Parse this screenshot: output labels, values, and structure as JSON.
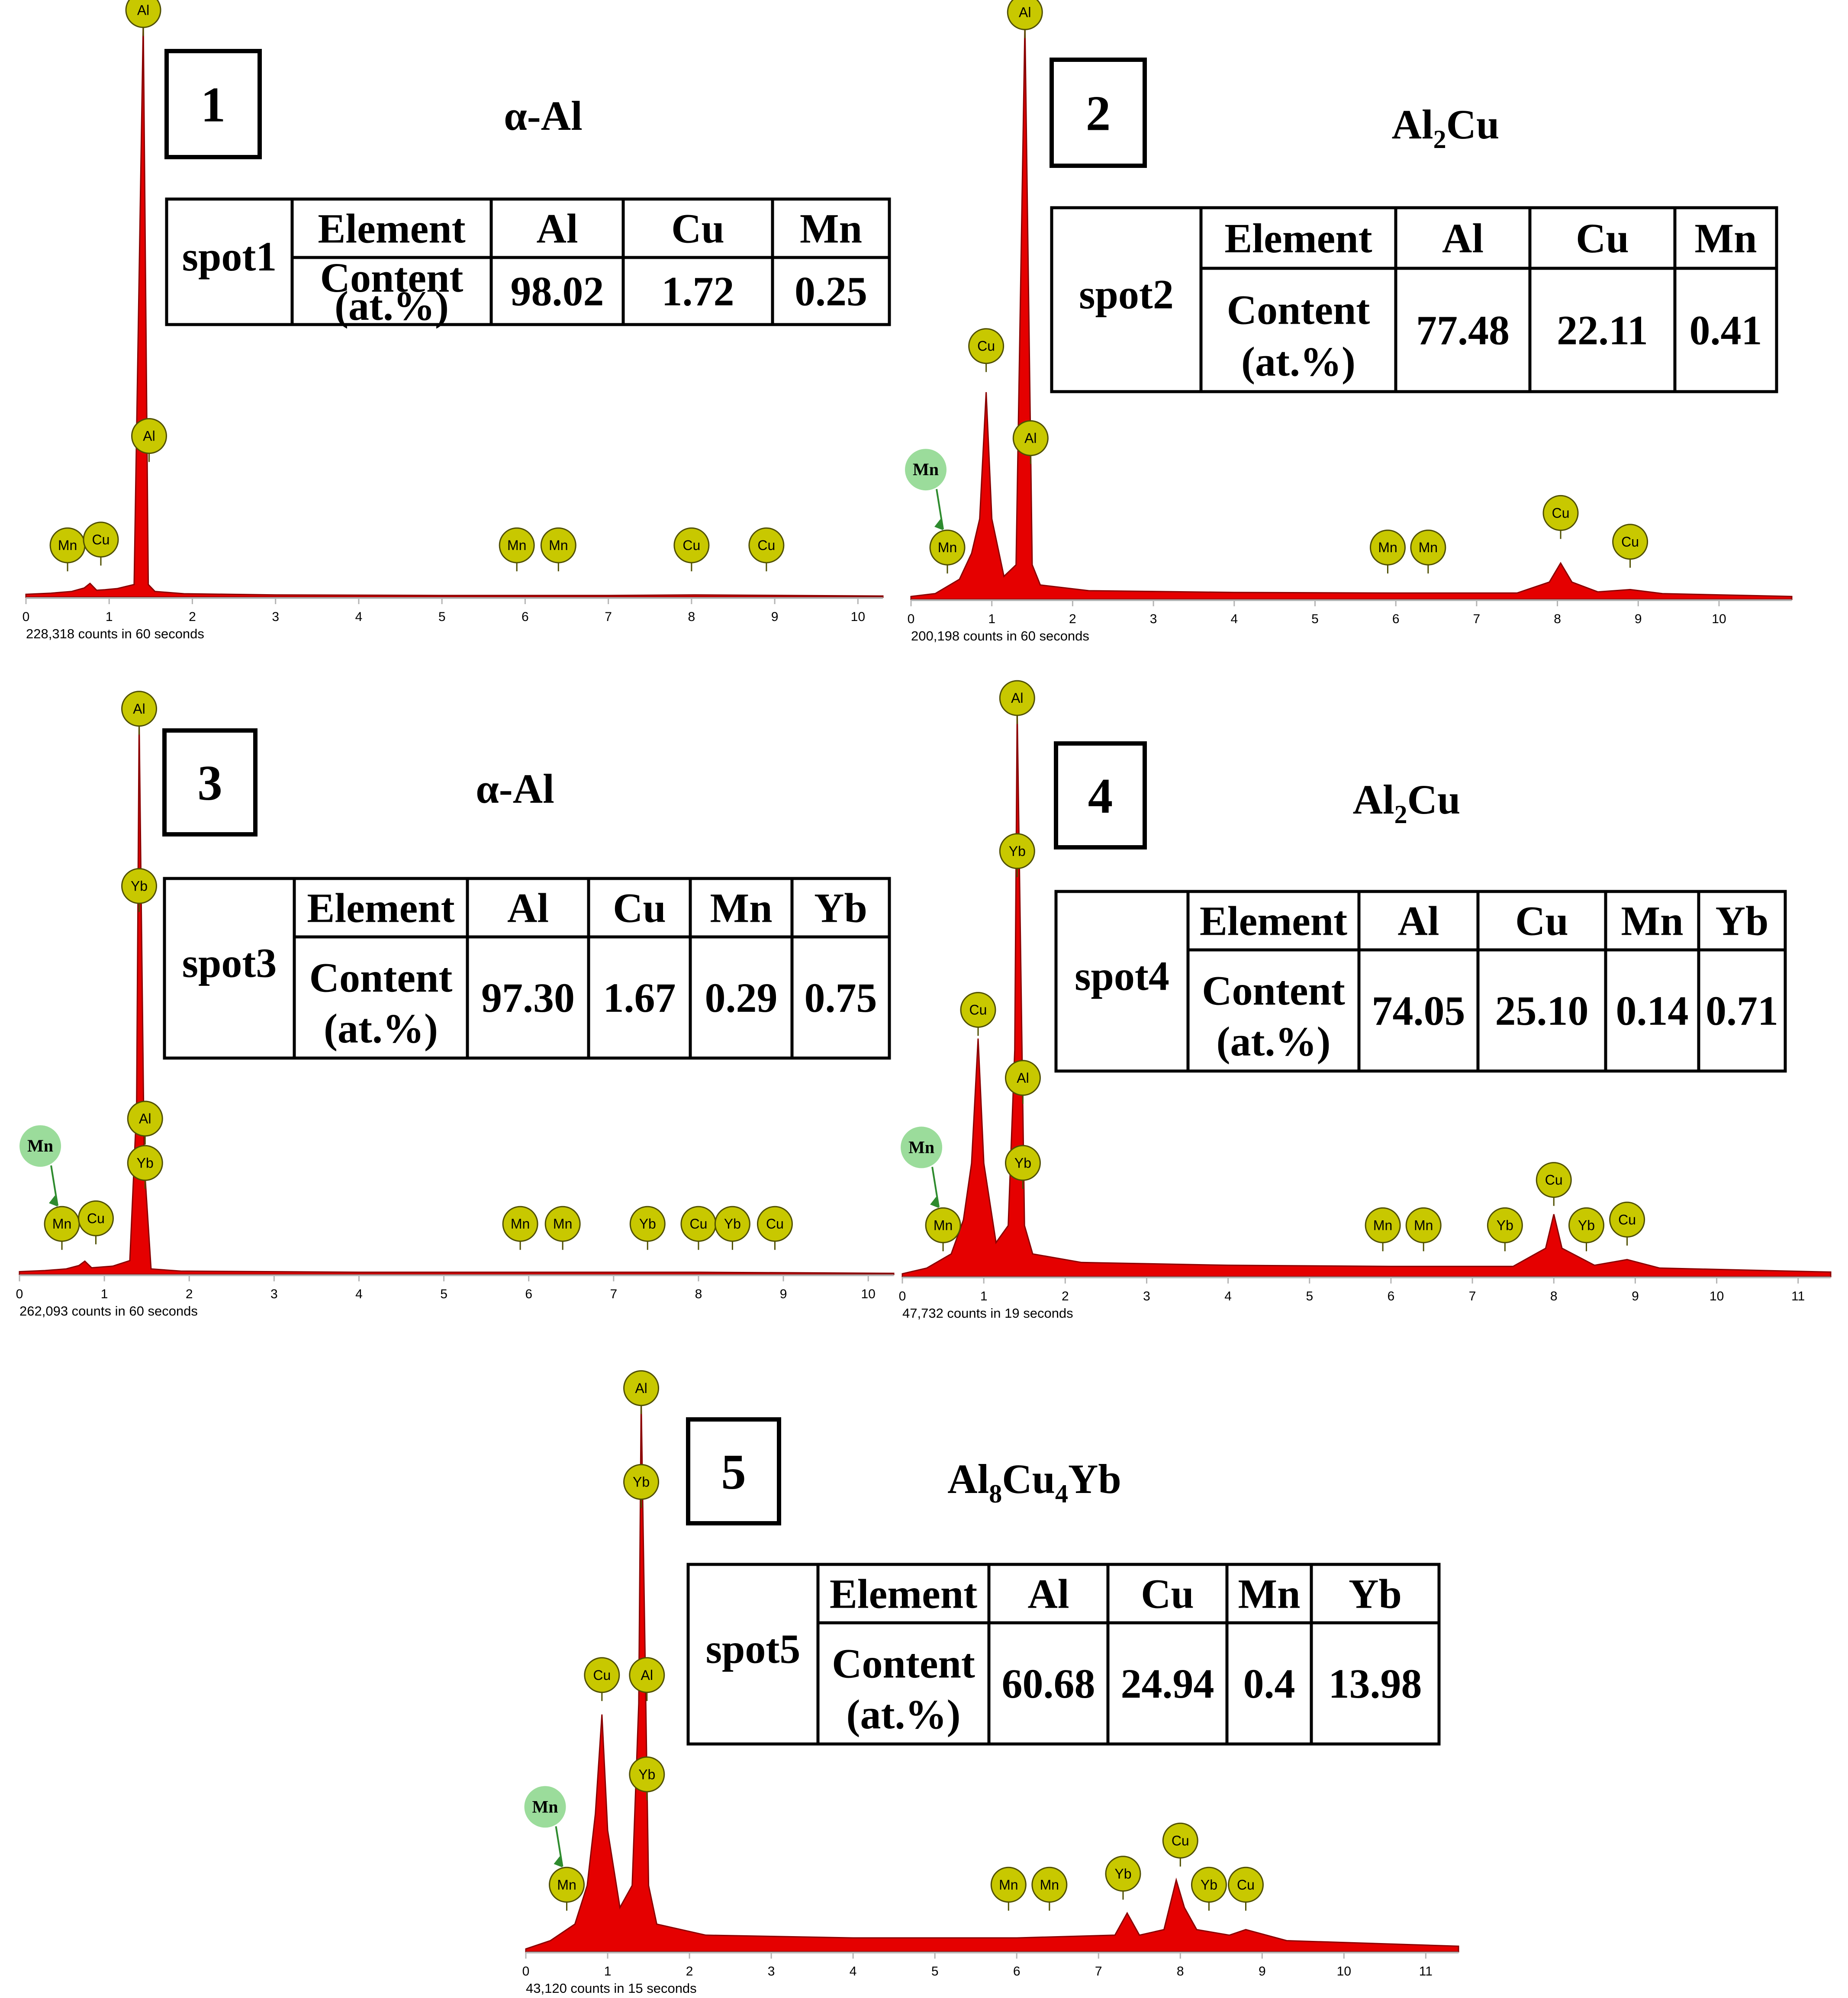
{
  "colors": {
    "spectrum_fill": "#e50000",
    "spectrum_edge": "#8b0000",
    "marker_fill": "#c8c800",
    "marker_edge": "#505000",
    "mn_label_fill": "#9bdc9b",
    "arrow": "#2e8b2e",
    "axis": "#b4b4b4",
    "text": "#000000"
  },
  "chart_data": [
    {
      "type": "area",
      "panel_label": "1",
      "phase_title": {
        "main": "α-Al",
        "parts": [
          {
            "t": "α-Al",
            "sub": false
          }
        ]
      },
      "counts_text": "228,318 counts in 60 seconds",
      "xlim": [
        0,
        10.3
      ],
      "xticks": [
        "0",
        "1",
        "2",
        "3",
        "4",
        "5",
        "6",
        "7",
        "8",
        "9",
        "10"
      ],
      "ylim": [
        0,
        100
      ],
      "spectrum": [
        [
          0,
          0.5
        ],
        [
          0.3,
          0.7
        ],
        [
          0.55,
          1.0
        ],
        [
          0.7,
          1.6
        ],
        [
          0.77,
          2.4
        ],
        [
          0.85,
          1.2
        ],
        [
          0.95,
          1.3
        ],
        [
          1.1,
          1.5
        ],
        [
          1.3,
          2.2
        ],
        [
          1.41,
          100
        ],
        [
          1.47,
          2.2
        ],
        [
          1.55,
          1.0
        ],
        [
          1.9,
          0.6
        ],
        [
          3,
          0.4
        ],
        [
          5,
          0.3
        ],
        [
          7,
          0.3
        ],
        [
          8.04,
          0.4
        ],
        [
          10.3,
          0.2
        ]
      ],
      "markers": [
        {
          "el": "Al",
          "x": 1.41,
          "y": 99
        },
        {
          "el": "Al",
          "x": 1.48,
          "y": 25
        },
        {
          "el": "Mn",
          "x": 0.5,
          "y": 6
        },
        {
          "el": "Cu",
          "x": 0.9,
          "y": 7
        },
        {
          "el": "Mn",
          "x": 5.9,
          "y": 6
        },
        {
          "el": "Mn",
          "x": 6.4,
          "y": 6
        },
        {
          "el": "Cu",
          "x": 8.0,
          "y": 6
        },
        {
          "el": "Cu",
          "x": 8.9,
          "y": 6
        }
      ],
      "mn_callout": {
        "label": "Mn",
        "target": 0
      },
      "table": {
        "spot": "spot1",
        "header": "Element",
        "content_lines": [
          "Content",
          "(at.%)"
        ],
        "elements": [
          "Al",
          "Cu",
          "Mn"
        ],
        "values": [
          "98.02",
          "1.72",
          "0.25"
        ]
      }
    },
    {
      "type": "area",
      "panel_label": "2",
      "phase_title": {
        "main": "Al2Cu",
        "parts": [
          {
            "t": "Al",
            "sub": false
          },
          {
            "t": "2",
            "sub": true
          },
          {
            "t": "Cu",
            "sub": false
          }
        ]
      },
      "counts_text": "200,198 counts in 60 seconds",
      "xlim": [
        0,
        10.9
      ],
      "xticks": [
        "0",
        "1",
        "2",
        "3",
        "4",
        "5",
        "6",
        "7",
        "8",
        "9",
        "10"
      ],
      "ylim": [
        0,
        100
      ],
      "spectrum": [
        [
          0,
          0.5
        ],
        [
          0.3,
          1.0
        ],
        [
          0.6,
          3.5
        ],
        [
          0.75,
          8
        ],
        [
          0.85,
          14
        ],
        [
          0.93,
          36
        ],
        [
          1.0,
          14
        ],
        [
          1.15,
          4
        ],
        [
          1.3,
          6
        ],
        [
          1.41,
          100
        ],
        [
          1.5,
          6
        ],
        [
          1.6,
          2.5
        ],
        [
          2.2,
          1.5
        ],
        [
          4,
          1.2
        ],
        [
          6,
          1.1
        ],
        [
          7.5,
          1.1
        ],
        [
          7.9,
          3
        ],
        [
          8.04,
          6.3
        ],
        [
          8.18,
          3
        ],
        [
          8.5,
          1.3
        ],
        [
          8.9,
          1.7
        ],
        [
          9.3,
          1.0
        ],
        [
          10.9,
          0.5
        ]
      ],
      "markers": [
        {
          "el": "Al",
          "x": 1.41,
          "y": 99
        },
        {
          "el": "Al",
          "x": 1.48,
          "y": 25
        },
        {
          "el": "Cu",
          "x": 0.93,
          "y": 41
        },
        {
          "el": "Mn",
          "x": 0.45,
          "y": 6
        },
        {
          "el": "Mn",
          "x": 5.9,
          "y": 6
        },
        {
          "el": "Mn",
          "x": 6.4,
          "y": 6
        },
        {
          "el": "Cu",
          "x": 8.04,
          "y": 12
        },
        {
          "el": "Cu",
          "x": 8.9,
          "y": 7
        }
      ],
      "mn_callout": {
        "label": "Mn",
        "target": 3
      },
      "table": {
        "spot": "spot2",
        "header": "Element",
        "content_lines": [
          "Content",
          "(at.%)"
        ],
        "elements": [
          "Al",
          "Cu",
          "Mn"
        ],
        "values": [
          "77.48",
          "22.11",
          "0.41"
        ]
      }
    },
    {
      "type": "area",
      "panel_label": "3",
      "phase_title": {
        "main": "α-Al",
        "parts": [
          {
            "t": "α-Al",
            "sub": false
          }
        ]
      },
      "counts_text": "262,093 counts in 60 seconds",
      "xlim": [
        0,
        10.3
      ],
      "xticks": [
        "0",
        "1",
        "2",
        "3",
        "4",
        "5",
        "6",
        "7",
        "8",
        "9",
        "10"
      ],
      "ylim": [
        0,
        100
      ],
      "spectrum": [
        [
          0,
          0.5
        ],
        [
          0.3,
          0.7
        ],
        [
          0.55,
          1.0
        ],
        [
          0.7,
          1.6
        ],
        [
          0.77,
          2.4
        ],
        [
          0.85,
          1.2
        ],
        [
          1.1,
          1.5
        ],
        [
          1.3,
          2.5
        ],
        [
          1.38,
          30
        ],
        [
          1.41,
          100
        ],
        [
          1.47,
          20
        ],
        [
          1.55,
          1.0
        ],
        [
          1.9,
          0.6
        ],
        [
          4,
          0.4
        ],
        [
          8,
          0.4
        ],
        [
          10.3,
          0.2
        ]
      ],
      "markers": [
        {
          "el": "Al",
          "x": 1.41,
          "y": 99
        },
        {
          "el": "Yb",
          "x": 1.41,
          "y": 67
        },
        {
          "el": "Al",
          "x": 1.48,
          "y": 25
        },
        {
          "el": "Yb",
          "x": 1.48,
          "y": 17
        },
        {
          "el": "Mn",
          "x": 0.5,
          "y": 6
        },
        {
          "el": "Cu",
          "x": 0.9,
          "y": 7
        },
        {
          "el": "Mn",
          "x": 5.9,
          "y": 6
        },
        {
          "el": "Mn",
          "x": 6.4,
          "y": 6
        },
        {
          "el": "Yb",
          "x": 7.4,
          "y": 6
        },
        {
          "el": "Cu",
          "x": 8.0,
          "y": 6
        },
        {
          "el": "Yb",
          "x": 8.4,
          "y": 6
        },
        {
          "el": "Cu",
          "x": 8.9,
          "y": 6
        }
      ],
      "mn_callout": {
        "label": "Mn",
        "target": 4
      },
      "table": {
        "spot": "spot3",
        "header": "Element",
        "content_lines": [
          "Content",
          "(at.%)"
        ],
        "elements": [
          "Al",
          "Cu",
          "Mn",
          "Yb"
        ],
        "values": [
          "97.30",
          "1.67",
          "0.29",
          "0.75"
        ]
      }
    },
    {
      "type": "area",
      "panel_label": "4",
      "phase_title": {
        "main": "Al2Cu",
        "parts": [
          {
            "t": "Al",
            "sub": false
          },
          {
            "t": "2",
            "sub": true
          },
          {
            "t": "Cu",
            "sub": false
          }
        ]
      },
      "counts_text": "47,732 counts in 19 seconds",
      "xlim": [
        0,
        11.4
      ],
      "xticks": [
        "0",
        "1",
        "2",
        "3",
        "4",
        "5",
        "6",
        "7",
        "8",
        "9",
        "10",
        "11"
      ],
      "ylim": [
        0,
        100
      ],
      "spectrum": [
        [
          0,
          0.5
        ],
        [
          0.3,
          1.5
        ],
        [
          0.6,
          4
        ],
        [
          0.75,
          10
        ],
        [
          0.85,
          20
        ],
        [
          0.93,
          42
        ],
        [
          1.0,
          20
        ],
        [
          1.15,
          6
        ],
        [
          1.3,
          9
        ],
        [
          1.38,
          40
        ],
        [
          1.41,
          100
        ],
        [
          1.5,
          9
        ],
        [
          1.6,
          4
        ],
        [
          2.2,
          2.5
        ],
        [
          4,
          2
        ],
        [
          6,
          1.8
        ],
        [
          7.5,
          1.8
        ],
        [
          7.9,
          5
        ],
        [
          8.0,
          11
        ],
        [
          8.1,
          5
        ],
        [
          8.5,
          2
        ],
        [
          8.9,
          3
        ],
        [
          9.3,
          1.5
        ],
        [
          11.4,
          0.8
        ]
      ],
      "markers": [
        {
          "el": "Al",
          "x": 1.41,
          "y": 99
        },
        {
          "el": "Yb",
          "x": 1.41,
          "y": 72
        },
        {
          "el": "Cu",
          "x": 0.93,
          "y": 44
        },
        {
          "el": "Al",
          "x": 1.48,
          "y": 32
        },
        {
          "el": "Yb",
          "x": 1.48,
          "y": 17
        },
        {
          "el": "Mn",
          "x": 0.5,
          "y": 6
        },
        {
          "el": "Mn",
          "x": 5.9,
          "y": 6
        },
        {
          "el": "Mn",
          "x": 6.4,
          "y": 6
        },
        {
          "el": "Yb",
          "x": 7.4,
          "y": 6
        },
        {
          "el": "Cu",
          "x": 8.0,
          "y": 14
        },
        {
          "el": "Yb",
          "x": 8.4,
          "y": 6
        },
        {
          "el": "Cu",
          "x": 8.9,
          "y": 7
        }
      ],
      "mn_callout": {
        "label": "Mn",
        "target": 5
      },
      "table": {
        "spot": "spot4",
        "header": "Element",
        "content_lines": [
          "Content",
          "(at.%)"
        ],
        "elements": [
          "Al",
          "Cu",
          "Mn",
          "Yb"
        ],
        "values": [
          "74.05",
          "25.10",
          "0.14",
          "0.71"
        ]
      }
    },
    {
      "type": "area",
      "panel_label": "5",
      "phase_title": {
        "main": "Al8Cu4Yb",
        "parts": [
          {
            "t": "Al",
            "sub": false
          },
          {
            "t": "8",
            "sub": true
          },
          {
            "t": "Cu",
            "sub": false
          },
          {
            "t": "4",
            "sub": true
          },
          {
            "t": "Yb",
            "sub": false
          }
        ]
      },
      "counts_text": "43,120 counts in 15 seconds",
      "xlim": [
        0,
        11.4
      ],
      "xticks": [
        "0",
        "1",
        "2",
        "3",
        "4",
        "5",
        "6",
        "7",
        "8",
        "9",
        "10",
        "11"
      ],
      "ylim": [
        0,
        100
      ],
      "spectrum": [
        [
          0,
          0.5
        ],
        [
          0.3,
          2
        ],
        [
          0.6,
          5
        ],
        [
          0.75,
          12
        ],
        [
          0.85,
          25
        ],
        [
          0.93,
          43
        ],
        [
          1.0,
          22
        ],
        [
          1.15,
          8
        ],
        [
          1.3,
          12
        ],
        [
          1.38,
          45
        ],
        [
          1.41,
          100
        ],
        [
          1.5,
          12
        ],
        [
          1.6,
          5
        ],
        [
          2.2,
          3
        ],
        [
          4,
          2.5
        ],
        [
          6,
          2.5
        ],
        [
          7.2,
          3
        ],
        [
          7.35,
          7
        ],
        [
          7.5,
          3
        ],
        [
          7.8,
          4
        ],
        [
          7.95,
          13
        ],
        [
          8.05,
          8
        ],
        [
          8.2,
          4
        ],
        [
          8.6,
          3
        ],
        [
          8.8,
          4
        ],
        [
          9.3,
          2
        ],
        [
          11.4,
          1
        ]
      ],
      "markers": [
        {
          "el": "Al",
          "x": 1.41,
          "y": 99
        },
        {
          "el": "Yb",
          "x": 1.41,
          "y": 82
        },
        {
          "el": "Cu",
          "x": 0.93,
          "y": 47
        },
        {
          "el": "Al",
          "x": 1.48,
          "y": 47
        },
        {
          "el": "Yb",
          "x": 1.48,
          "y": 29
        },
        {
          "el": "Mn",
          "x": 0.5,
          "y": 9
        },
        {
          "el": "Mn",
          "x": 5.9,
          "y": 9
        },
        {
          "el": "Mn",
          "x": 6.4,
          "y": 9
        },
        {
          "el": "Yb",
          "x": 7.3,
          "y": 11
        },
        {
          "el": "Cu",
          "x": 8.0,
          "y": 17
        },
        {
          "el": "Yb",
          "x": 8.35,
          "y": 9
        },
        {
          "el": "Cu",
          "x": 8.8,
          "y": 9
        }
      ],
      "mn_callout": {
        "label": "Mn",
        "target": 5
      },
      "table": {
        "spot": "spot5",
        "header": "Element",
        "content_lines": [
          "Content",
          "(at.%)"
        ],
        "elements": [
          "Al",
          "Cu",
          "Mn",
          "Yb"
        ],
        "values": [
          "60.68",
          "24.94",
          "0.4",
          "13.98"
        ]
      }
    }
  ]
}
